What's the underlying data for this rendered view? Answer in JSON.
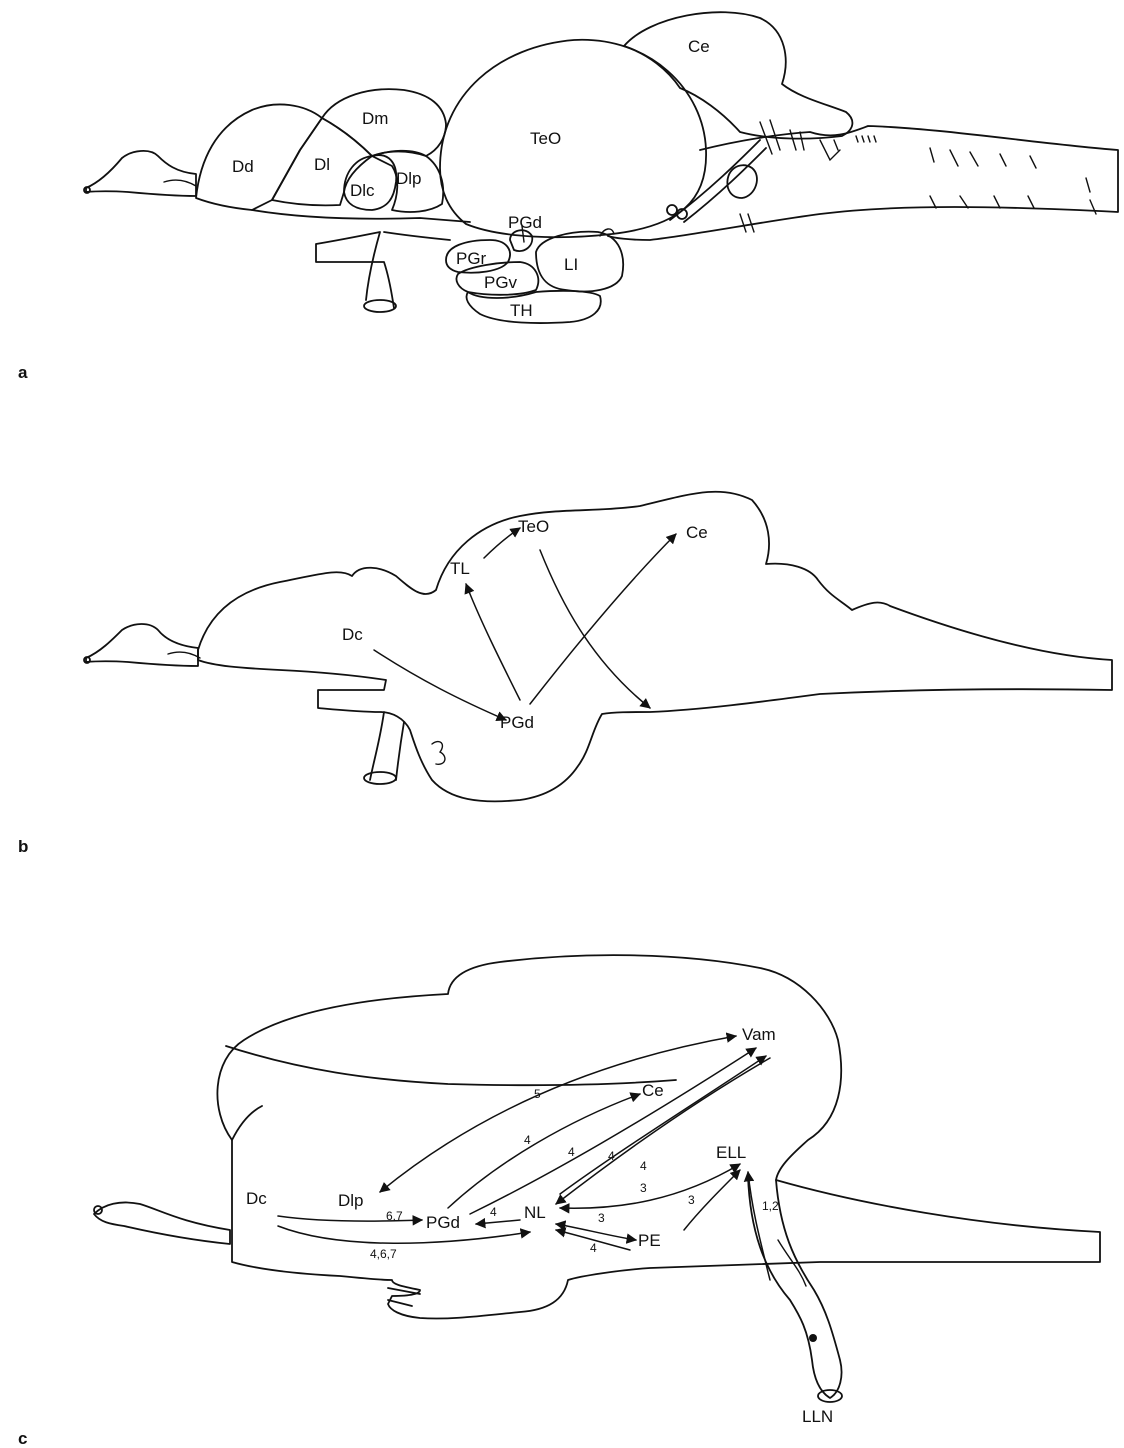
{
  "panels": [
    "a",
    "b",
    "c"
  ],
  "panel_a": {
    "regions": [
      "Dd",
      "Dl",
      "Dm",
      "Dlc",
      "Dlp",
      "TeO",
      "Ce",
      "PGd",
      "PGr",
      "PGv",
      "LI",
      "TH"
    ]
  },
  "panel_b": {
    "nodes": [
      "TL",
      "TeO",
      "Ce",
      "Dc",
      "PGd"
    ]
  },
  "panel_c": {
    "nodes": [
      "Vam",
      "Ce",
      "ELL",
      "Dc",
      "Dlp",
      "PGd",
      "NL",
      "PE",
      "LLN"
    ],
    "edge_labels": [
      "5",
      "4",
      "4",
      "4",
      "4",
      "3",
      "3",
      "3",
      "6,7",
      "4",
      "4",
      "4,6,7",
      "1,2"
    ]
  },
  "colors": {
    "ink": "#111111",
    "background": "#ffffff"
  }
}
